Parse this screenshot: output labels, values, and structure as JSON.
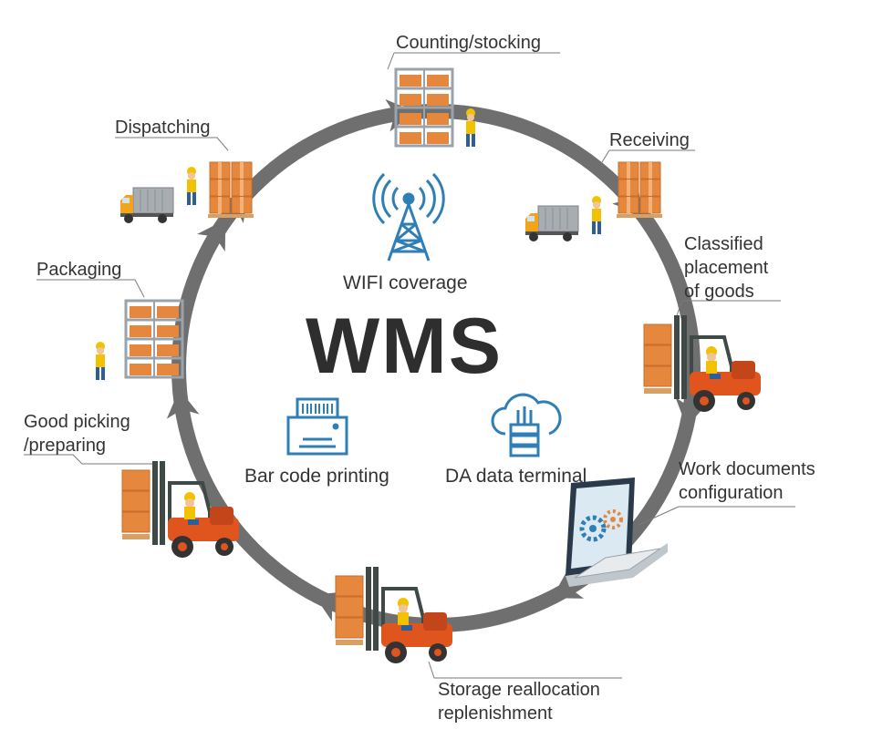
{
  "title": "WMS",
  "colors": {
    "ring": "#6f6f6f",
    "accent_blue": "#2f7fb6",
    "box_orange": "#e5883e",
    "forklift_orange": "#e0551d",
    "rack_gray": "#9aa3ab",
    "leader_line": "#7a7a7a"
  },
  "stages": [
    {
      "id": "counting",
      "label": "Counting/stocking",
      "icon": "warehouse-rack-icon"
    },
    {
      "id": "receiving",
      "label": "Receiving",
      "icon": "truck-icon"
    },
    {
      "id": "classified",
      "label": "Classified\nplacement\nof goods",
      "icon": "forklift-icon"
    },
    {
      "id": "work-docs",
      "label": "Work documents\nconfiguration",
      "icon": "laptop-gears-icon"
    },
    {
      "id": "storage",
      "label": "Storage reallocation\nreplenishment",
      "icon": "forklift-icon"
    },
    {
      "id": "picking",
      "label": "Good picking\n/preparing",
      "icon": "forklift-icon"
    },
    {
      "id": "packaging",
      "label": "Packaging",
      "icon": "warehouse-rack-icon"
    },
    {
      "id": "dispatching",
      "label": "Dispatching",
      "icon": "truck-icon"
    }
  ],
  "center_items": [
    {
      "id": "wifi",
      "label": "WIFI coverage",
      "icon": "wifi-tower-icon"
    },
    {
      "id": "barcode",
      "label": "Bar code printing",
      "icon": "barcode-printer-icon"
    },
    {
      "id": "terminal",
      "label": "DA data terminal",
      "icon": "cloud-server-icon"
    }
  ]
}
